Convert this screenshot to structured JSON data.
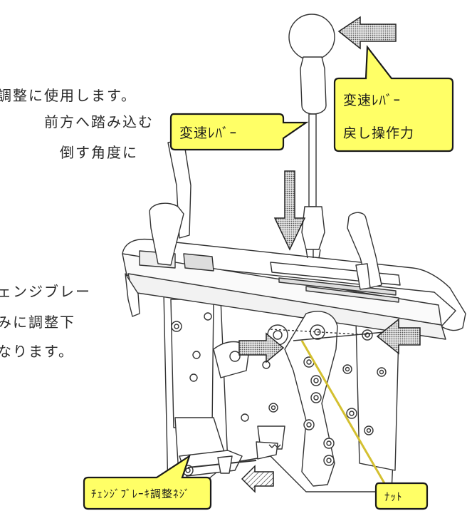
{
  "body_text": {
    "line1": "調整に使用します。",
    "line2": "前方へ踏み込む",
    "line3": "倒す角度に",
    "line4": "ェンジブレー",
    "line5": "みに調整下",
    "line6": "なります。"
  },
  "callouts": {
    "lever": "変速ﾚﾊﾞｰ",
    "return_force_1": "変速ﾚﾊﾞｰ",
    "return_force_2": "戻し操作力",
    "nut": "ﾅｯﾄ",
    "adjust_screw": "ﾁｪﾝｼﾞﾌﾞﾚｰｷ調整ﾈｼﾞ"
  },
  "colors": {
    "callout_fill": "#ffff66",
    "callout_stroke": "#1a1a1a",
    "leader_line": "#d4c030",
    "arrow_fill": "#777777",
    "line_art": "#333333"
  }
}
